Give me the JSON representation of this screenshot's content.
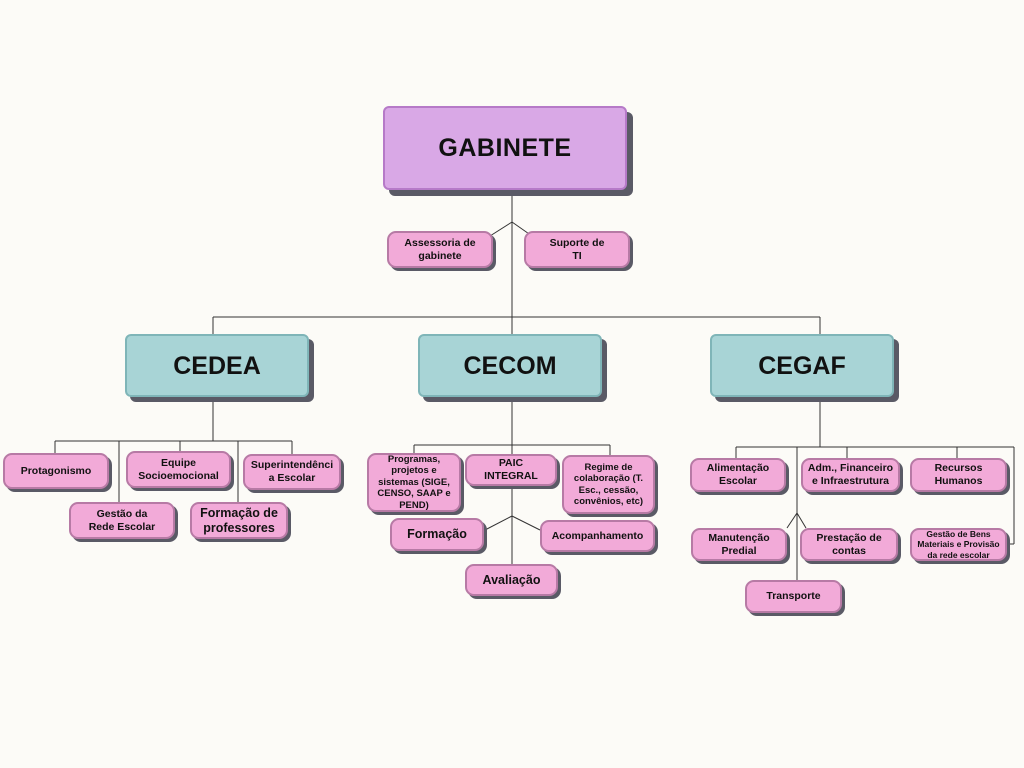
{
  "gabinete": {
    "title": "GABINETE"
  },
  "assessoria": {
    "assessoria_gabinete": "Assessoria de\ngabinete",
    "suporte_ti": "Suporte de\nTI"
  },
  "cedea": {
    "title": "CEDEA",
    "items": {
      "protagonismo": "Protagonismo",
      "equipe_socioemocional": "Equipe\nSocioemocional",
      "superintendencia": "Superintendênci\na Escolar",
      "gestao_rede": "Gestão da\nRede Escolar",
      "formacao_professores": "Formação de\nprofessores"
    }
  },
  "cecom": {
    "title": "CECOM",
    "items": {
      "programas": "Programas,\nprojetos e\nsistemas (SIGE,\nCENSO, SAAP e\nPEND)",
      "paic": "PAIC\nINTEGRAL",
      "regime": "Regime de\ncolaboração (T.\nEsc., cessão,\nconvênios, etc)",
      "formacao": "Formação",
      "acompanhamento": "Acompanhamento",
      "avaliacao": "Avaliação"
    }
  },
  "cegaf": {
    "title": "CEGAF",
    "items": {
      "alimentacao": "Alimentação\nEscolar",
      "adm_financeiro": "Adm., Financeiro\ne Infraestrutura",
      "recursos_humanos": "Recursos\nHumanos",
      "manutencao": "Manutenção\nPredial",
      "prestacao": "Prestação de\ncontas",
      "gestao_bens": "Gestão de Bens\nMateriais e Provisão\nda rede escolar",
      "transporte": "Transporte"
    }
  },
  "colors": {
    "gabinete_fill": "#d9a8e6",
    "department_fill": "#a8d4d6",
    "item_fill": "#f2aad8",
    "connector": "#333333",
    "background": "#fcfbf7"
  }
}
